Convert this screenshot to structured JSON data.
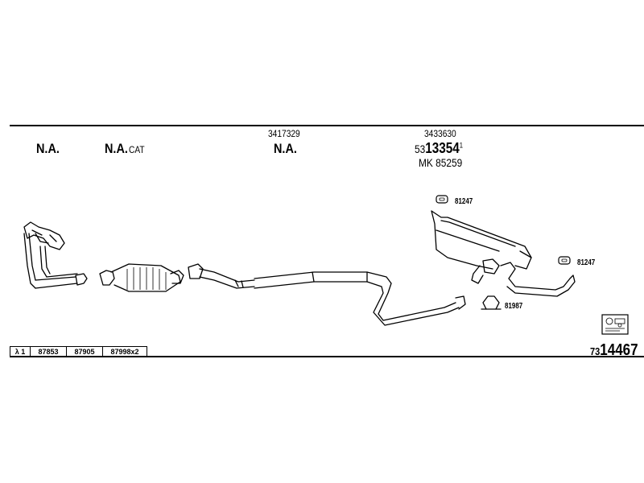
{
  "columns": [
    {
      "label": "N.A."
    },
    {
      "label_main": "N.A.",
      "label_suffix": "CAT"
    },
    {
      "part_no": "3417329",
      "label": "N.A."
    },
    {
      "part_no": "3433630",
      "alt_prefix": "53",
      "alt_main": "13354",
      "alt_suffix": "1",
      "mk": "MK  85259"
    }
  ],
  "refs": {
    "upper_mount": "81247",
    "right_mount": "81247",
    "clamp": "81987"
  },
  "sensor_table": {
    "lambda": "λ 1",
    "cells": [
      "87853",
      "87905",
      "87998x2"
    ]
  },
  "kit_number": {
    "prefix": "73",
    "main": "14467"
  },
  "icons": {
    "lambda": "lambda-sensor-icon",
    "mount": "rubber-mount-icon",
    "clamp": "clamp-icon",
    "kit": "fitting-kit-icon"
  }
}
